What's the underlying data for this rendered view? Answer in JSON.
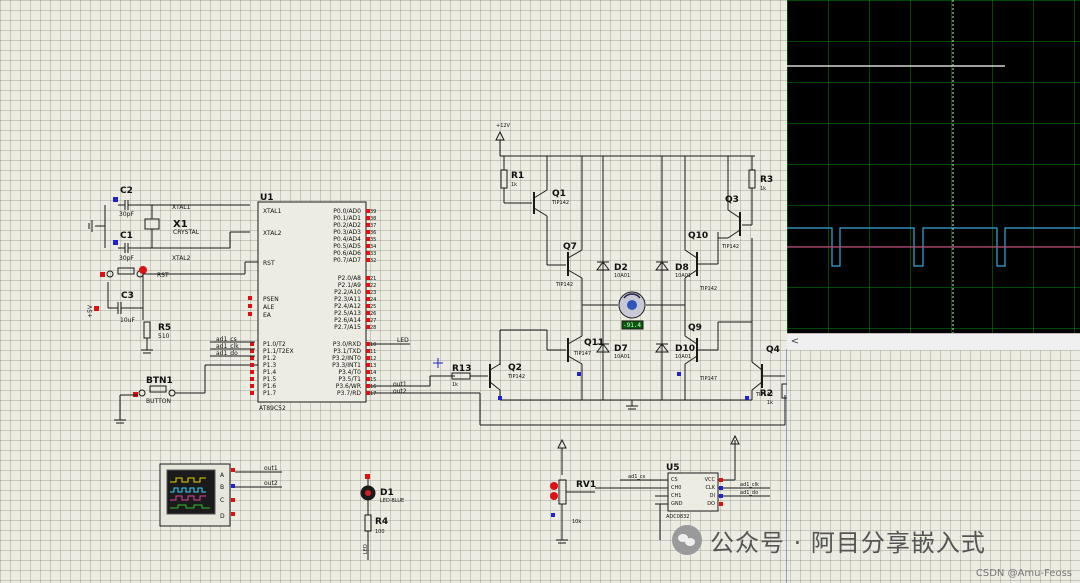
{
  "schematic": {
    "crystal": {
      "ref": "X1",
      "value": "CRYSTAL",
      "net1": "XTAL1",
      "net2": "XTAL2"
    },
    "cap_c2": {
      "ref": "C2",
      "value": "30pF"
    },
    "cap_c1": {
      "ref": "C1",
      "value": "30pF"
    },
    "cap_c3": {
      "ref": "C3",
      "value": "10uF"
    },
    "res_r5": {
      "ref": "R5",
      "value": "510"
    },
    "rst_net": "RST",
    "supply_5v": "+5V",
    "button": {
      "ref": "BTN1",
      "value": "BUTTON"
    },
    "mcu": {
      "ref": "U1",
      "part": "AT89C52",
      "left_pins": [
        "XTAL1",
        "XTAL2",
        "RST",
        "PSEN",
        "ALE",
        "EA",
        "P1.0/T2",
        "P1.1/T2EX",
        "P1.2",
        "P1.3",
        "P1.4",
        "P1.5",
        "P1.6",
        "P1.7"
      ],
      "right_pins_p0": [
        "P0.0/AD0",
        "P0.1/AD1",
        "P0.2/AD2",
        "P0.3/AD3",
        "P0.4/AD4",
        "P0.5/AD5",
        "P0.6/AD6",
        "P0.7/AD7"
      ],
      "right_pins_p2": [
        "P2.0/A8",
        "P2.1/A9",
        "P2.2/A10",
        "P2.3/A11",
        "P2.4/A12",
        "P2.5/A13",
        "P2.6/A14",
        "P2.7/A15"
      ],
      "right_pins_p3": [
        "P3.0/RXD",
        "P3.1/TXD",
        "P3.2/INT0",
        "P3.3/INT1",
        "P3.4/T0",
        "P3.5/T1",
        "P3.6/WR",
        "P3.7/RD"
      ],
      "pin_numbers_p0": [
        "39",
        "38",
        "37",
        "36",
        "35",
        "34",
        "33",
        "32"
      ],
      "pin_numbers_p2": [
        "21",
        "22",
        "23",
        "24",
        "25",
        "26",
        "27",
        "28"
      ],
      "pin_numbers_p3": [
        "10",
        "11",
        "12",
        "13",
        "14",
        "15",
        "16",
        "17"
      ],
      "mcu_nets": [
        "ad1_cs",
        "ad1_clk",
        "ad1_do"
      ],
      "led_net": "LED",
      "out_nets": [
        "out1",
        "out2"
      ]
    },
    "supply_12v": "+12V",
    "bridge": {
      "r1": {
        "ref": "R1",
        "value": "1k"
      },
      "r3": {
        "ref": "R3",
        "value": "1k"
      },
      "r13": {
        "ref": "R13",
        "value": "1k"
      },
      "r2": {
        "ref": "R2",
        "value": "1k"
      },
      "q1": {
        "ref": "Q1",
        "value": "TIP142"
      },
      "q2": {
        "ref": "Q2",
        "value": "TIP142"
      },
      "q3": {
        "ref": "Q3",
        "value": "TIP142"
      },
      "q4": {
        "ref": "Q4",
        "value": "TIP142"
      },
      "q7": {
        "ref": "Q7",
        "value": "TIP142"
      },
      "q10": {
        "ref": "Q10",
        "value": "TIP142"
      },
      "q11": {
        "ref": "Q11",
        "value": "TIP147"
      },
      "q9": {
        "ref": "Q9",
        "value": "TIP147"
      },
      "d2": {
        "ref": "D2",
        "value": "10A01"
      },
      "d8": {
        "ref": "D8",
        "value": "10A01"
      },
      "d7": {
        "ref": "D7",
        "value": "10A01"
      },
      "d10": {
        "ref": "D10",
        "value": "10A01"
      },
      "motor_readout": "-91.4"
    },
    "scope_block": {
      "channels": [
        "A",
        "B",
        "C",
        "D"
      ],
      "nets": [
        "out1",
        "out2"
      ]
    },
    "led": {
      "ref": "D1",
      "value": "LED-BLUE",
      "net": "LED"
    },
    "res_r4": {
      "ref": "R4",
      "value": "100"
    },
    "pot": {
      "ref": "RV1",
      "value": "10k"
    },
    "adc": {
      "ref": "U5",
      "part": "ADC0832",
      "left_pins": [
        "CS",
        "CH0",
        "CH1",
        "GND"
      ],
      "right_pins": [
        "VCC",
        "CLK",
        "DI",
        "DO"
      ],
      "nets": [
        "ad1_cs",
        "ad1_clk",
        "ad1_do"
      ]
    }
  },
  "oscilloscope": {
    "scroll_left_label": "<"
  },
  "watermark": {
    "text": "公众号 · 阿目分享嵌入式"
  },
  "credit": "CSDN @Amu-Feoss",
  "colors": {
    "canvas": "#ecece2",
    "grid_minor": "#b8b8ad",
    "wire": "#1a1a1a",
    "pin_red": "#dd1111",
    "pin_blue": "#2222cc",
    "trace_white": "#ffffff",
    "trace_cyan": "#3aa8d8",
    "trace_magenta": "#c0407a",
    "scope_grid": "#00a000"
  }
}
